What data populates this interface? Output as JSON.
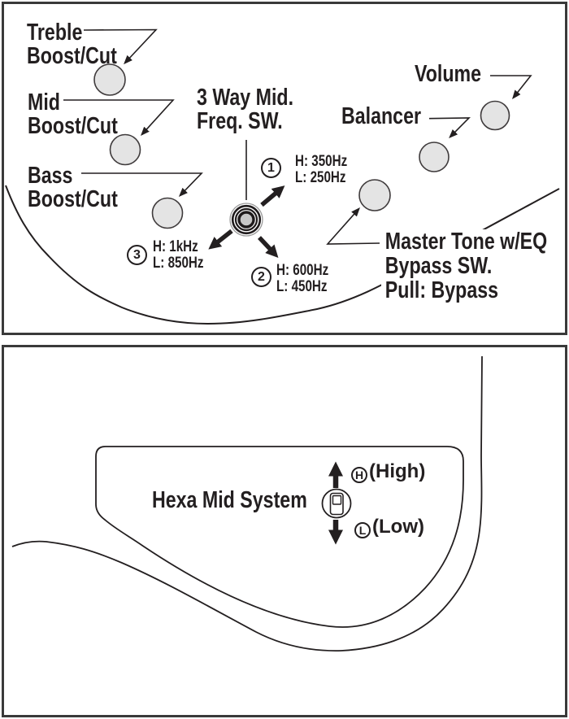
{
  "colors": {
    "ink": "#231f20",
    "knob_fill": "#e4e4e4",
    "panel_border": "#3a3a3a",
    "background": "#ffffff"
  },
  "top_panel": {
    "controls": {
      "treble": {
        "line1": "Treble",
        "line2": "Boost/Cut"
      },
      "mid": {
        "line1": "Mid",
        "line2": "Boost/Cut"
      },
      "bass": {
        "line1": "Bass",
        "line2": "Boost/Cut"
      },
      "mid_freq_switch": {
        "line1": "3 Way Mid.",
        "line2": "Freq. SW."
      },
      "volume": "Volume",
      "balancer": "Balancer",
      "master_tone": {
        "line1": "Master Tone w/EQ",
        "line2": "Bypass SW.",
        "line3": "Pull: Bypass"
      }
    },
    "switch_positions": [
      {
        "number": "1",
        "high": "H: 350Hz",
        "low": "L: 250Hz"
      },
      {
        "number": "2",
        "high": "H: 600Hz",
        "low": "L: 450Hz"
      },
      {
        "number": "3",
        "high": "H: 1kHz",
        "low": "L: 850Hz"
      }
    ],
    "icons": {
      "mid_freq_switch": "rotary-switch-icon",
      "leaders": "arrow-leader-lines"
    }
  },
  "bottom_panel": {
    "title": "Hexa Mid System",
    "high": {
      "letter": "H",
      "label": "(High)"
    },
    "low": {
      "letter": "L",
      "label": "(Low)"
    },
    "icons": {
      "switch": "slide-switch-icon",
      "up": "arrow-up-icon",
      "down": "arrow-down-icon"
    }
  }
}
